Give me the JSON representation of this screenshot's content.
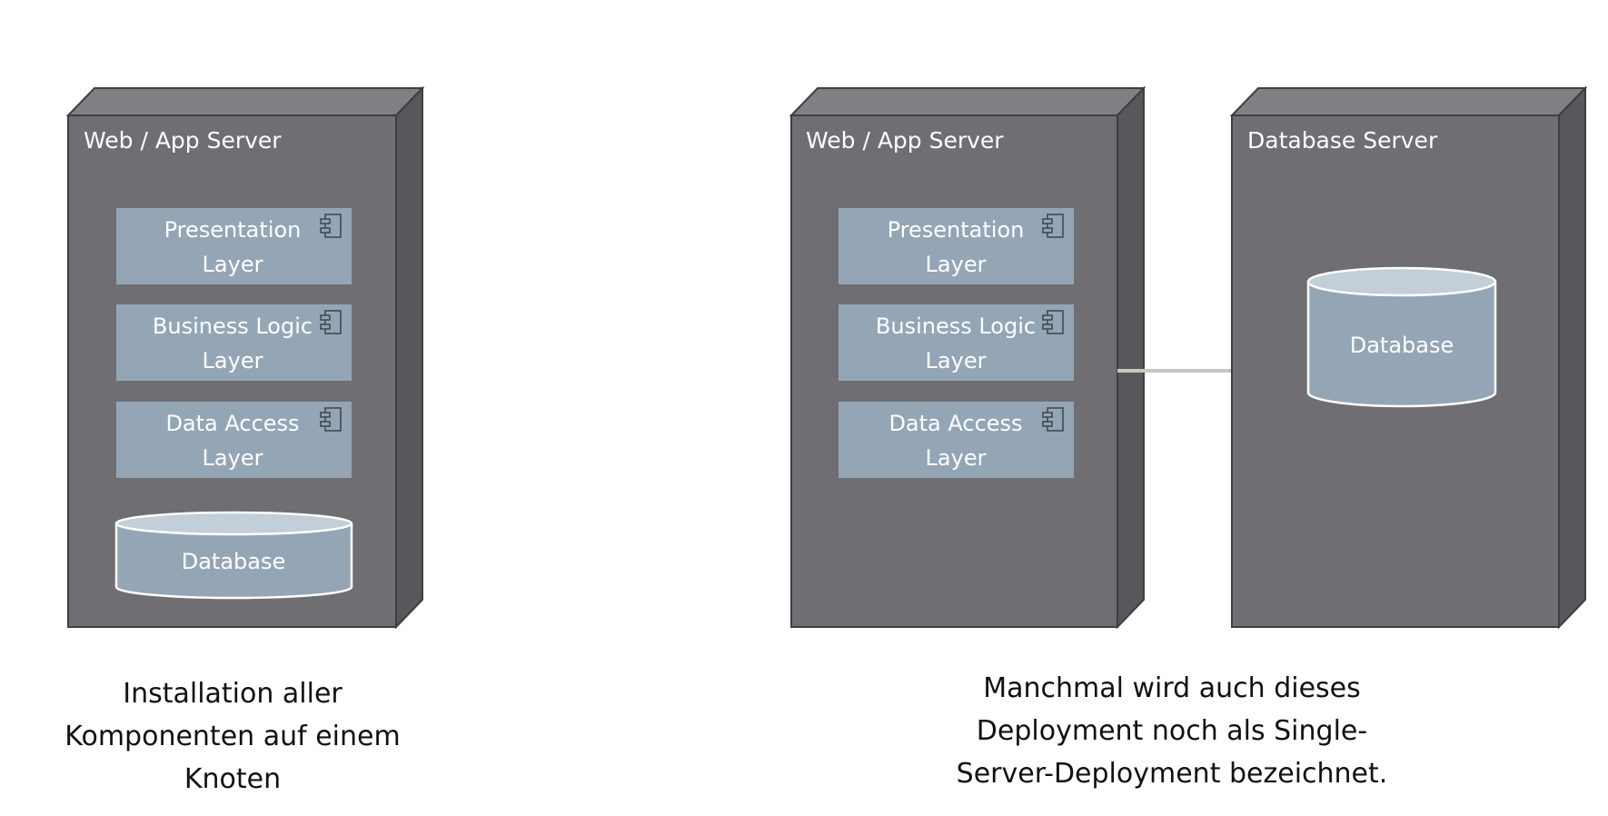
{
  "left_diagram": {
    "node_title": "Web / App Server",
    "components": [
      {
        "lines": [
          "Presentation",
          "Layer"
        ]
      },
      {
        "lines": [
          "Business Logic",
          "Layer"
        ]
      },
      {
        "lines": [
          "Data Access",
          "Layer"
        ]
      }
    ],
    "database_label": "Database",
    "caption_lines": [
      "Installation aller",
      "Komponenten auf einem",
      "Knoten"
    ]
  },
  "right_diagram": {
    "web_node_title": "Web / App Server",
    "components": [
      {
        "lines": [
          "Presentation",
          "Layer"
        ]
      },
      {
        "lines": [
          "Business Logic",
          "Layer"
        ]
      },
      {
        "lines": [
          "Data Access",
          "Layer"
        ]
      }
    ],
    "db_node_title": "Database Server",
    "database_label": "Database",
    "caption_lines": [
      "Manchmal wird auch dieses",
      "Deployment noch als Single-",
      "Server-Deployment bezeichnet."
    ]
  },
  "colors": {
    "node_front": "#6f6e73",
    "node_side": "#58575b",
    "component_fill": "#94a6b6",
    "connector": "#c9c6c0"
  }
}
